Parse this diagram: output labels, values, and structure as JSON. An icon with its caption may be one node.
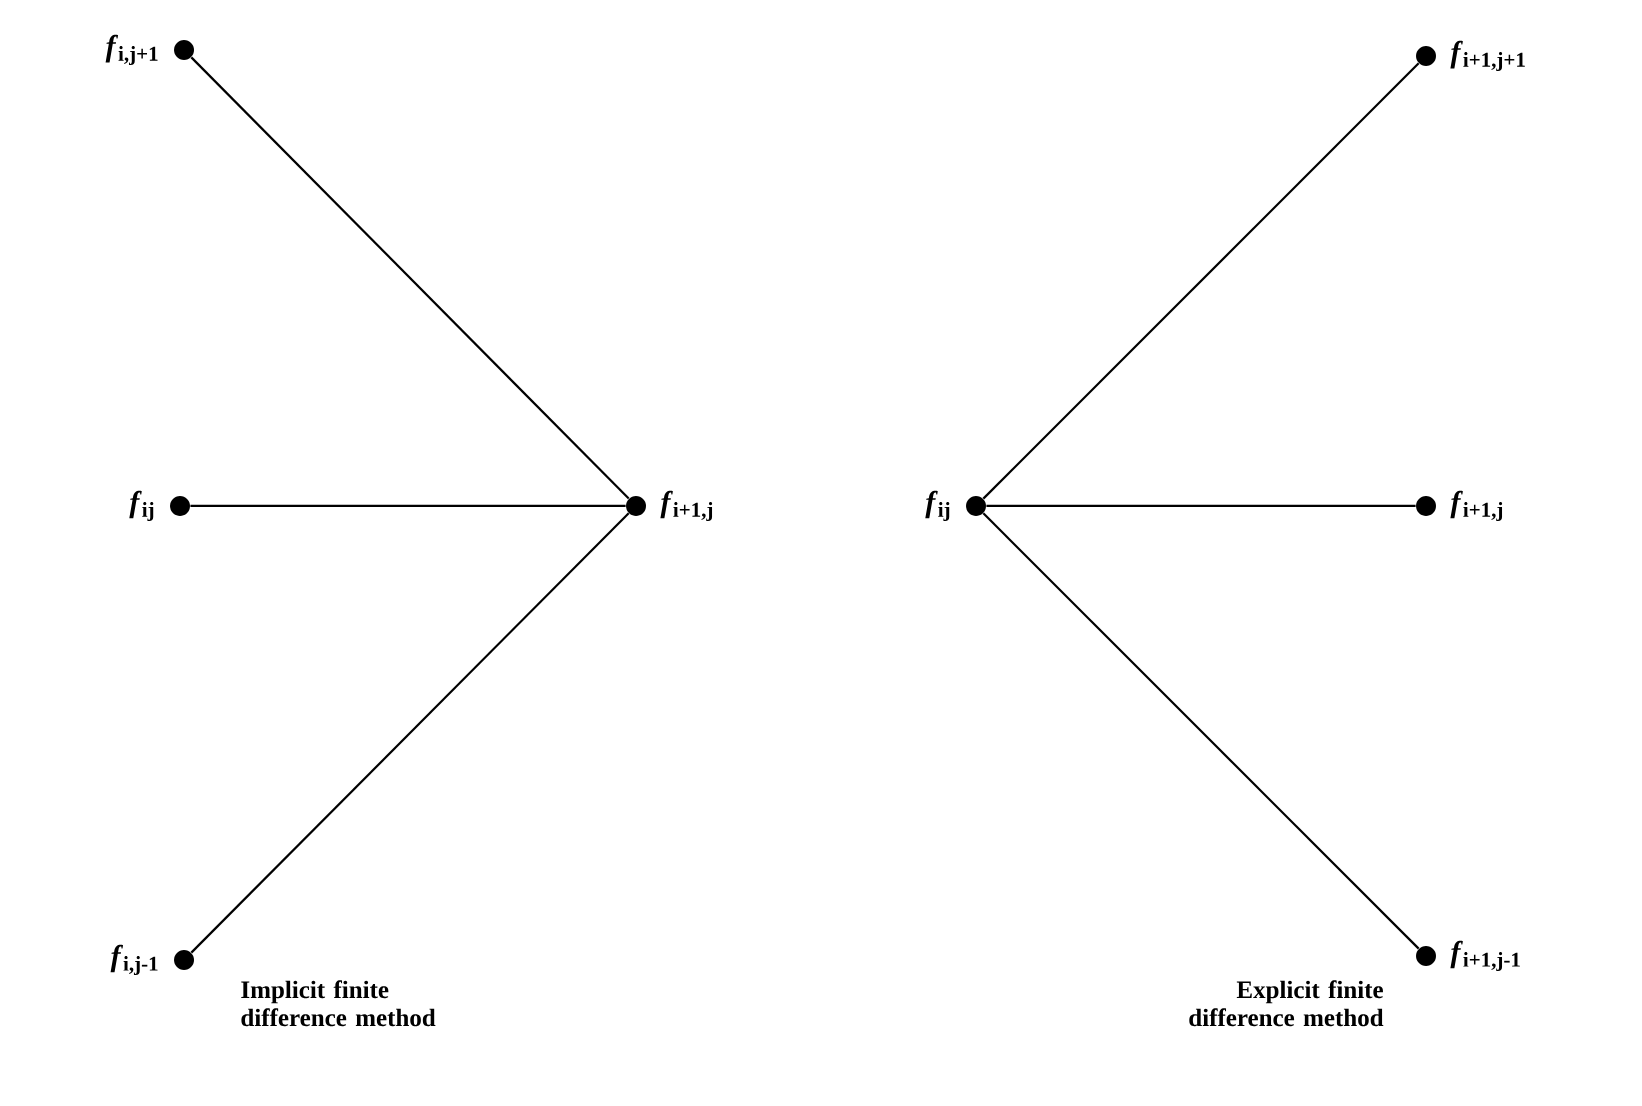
{
  "diagram": {
    "nodes": [
      {
        "text": [
          "*f*$_{i,j+1}$"
        ]
      },
      {
        "text": [
          "*f*$_{ij}$"
        ]
      },
      {
        "text": [
          "*f*$_{i,j-1}$"
        ]
      },
      {
        "text": [
          "*f*$_{i+1,j}$"
        ]
      },
      {
        "text": [
          "*f*$_{ij}$"
        ]
      },
      {
        "text": [
          "*f*$_{i+1,j+1}$"
        ]
      },
      {
        "text": [
          "*f*$_{i+1,j}$"
        ]
      },
      {
        "text": [
          "*f*$_{i+1,j-1}$"
        ]
      }
    ],
    "edges": [
      {
        "from": 0,
        "to": 3,
        "arrow": "none"
      },
      {
        "from": 1,
        "to": 3,
        "arrow": "none"
      },
      {
        "from": 2,
        "to": 3,
        "arrow": "none"
      },
      {
        "from": 4,
        "to": 5,
        "arrow": "none"
      },
      {
        "from": 4,
        "to": 6,
        "arrow": "none"
      },
      {
        "from": 4,
        "to": 7,
        "arrow": "none"
      }
    ],
    "labels": [
      "Implicit finite difference method",
      "Explicit finite difference method"
    ]
  }
}
